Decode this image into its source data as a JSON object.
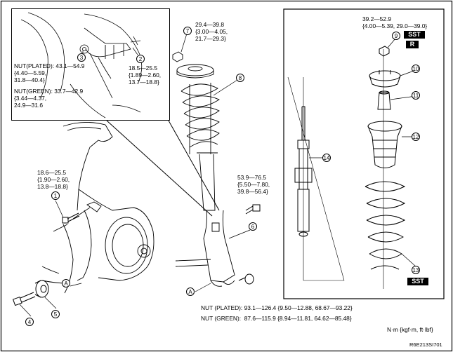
{
  "callouts": {
    "c1": "1",
    "c2": "2",
    "c3": "3",
    "c4": "4",
    "c5": "5",
    "c6": "6",
    "c7": "7",
    "c8": "8",
    "c9": "9",
    "c10": "10",
    "c11": "11",
    "c12": "12",
    "c13": "13",
    "c14": "14",
    "a1": "A",
    "a2": "A"
  },
  "torques": {
    "top_mount": [
      "29.4—39.8",
      "{3.00—4.05,",
      "21.7—29.3}"
    ],
    "nut_plated_inset": [
      "NUT(PLATED): 43.1—54.9",
      "{4.40—5.59,",
      "31.8—40.4}"
    ],
    "nut_green_inset": [
      "NUT(GREEN): 33.7—42.9",
      "{3.44—4.37,",
      "24.9—31.6"
    ],
    "inset_bolt": [
      "18.5—25.5",
      "{1.89—2.60,",
      "13.7—18.8}"
    ],
    "brake_bolt": [
      "18.6—25.5",
      "{1.90—2.60,",
      "13.8—18.8}"
    ],
    "fork_bolt": [
      "53.9—76.5",
      "{5.50—7.80,",
      "39.8—56.4}"
    ],
    "piston_nut": [
      "39.2—52.9",
      "{4.00—5.39, 29.0—39.0}"
    ],
    "nut_plated_bottom": "NUT (PLATED): 93.1—126.4 {9.50—12.88, 68.67—93.22}",
    "nut_green_bottom": "NUT (GREEN):  87.6—115.9 {8.94—11.81, 64.62—85.48}"
  },
  "tags": {
    "sst_top": "SST",
    "r": "R",
    "sst_bottom": "SST"
  },
  "units": "N·m {kgf·m, ft·lbf}",
  "code": "R6E213SI701"
}
